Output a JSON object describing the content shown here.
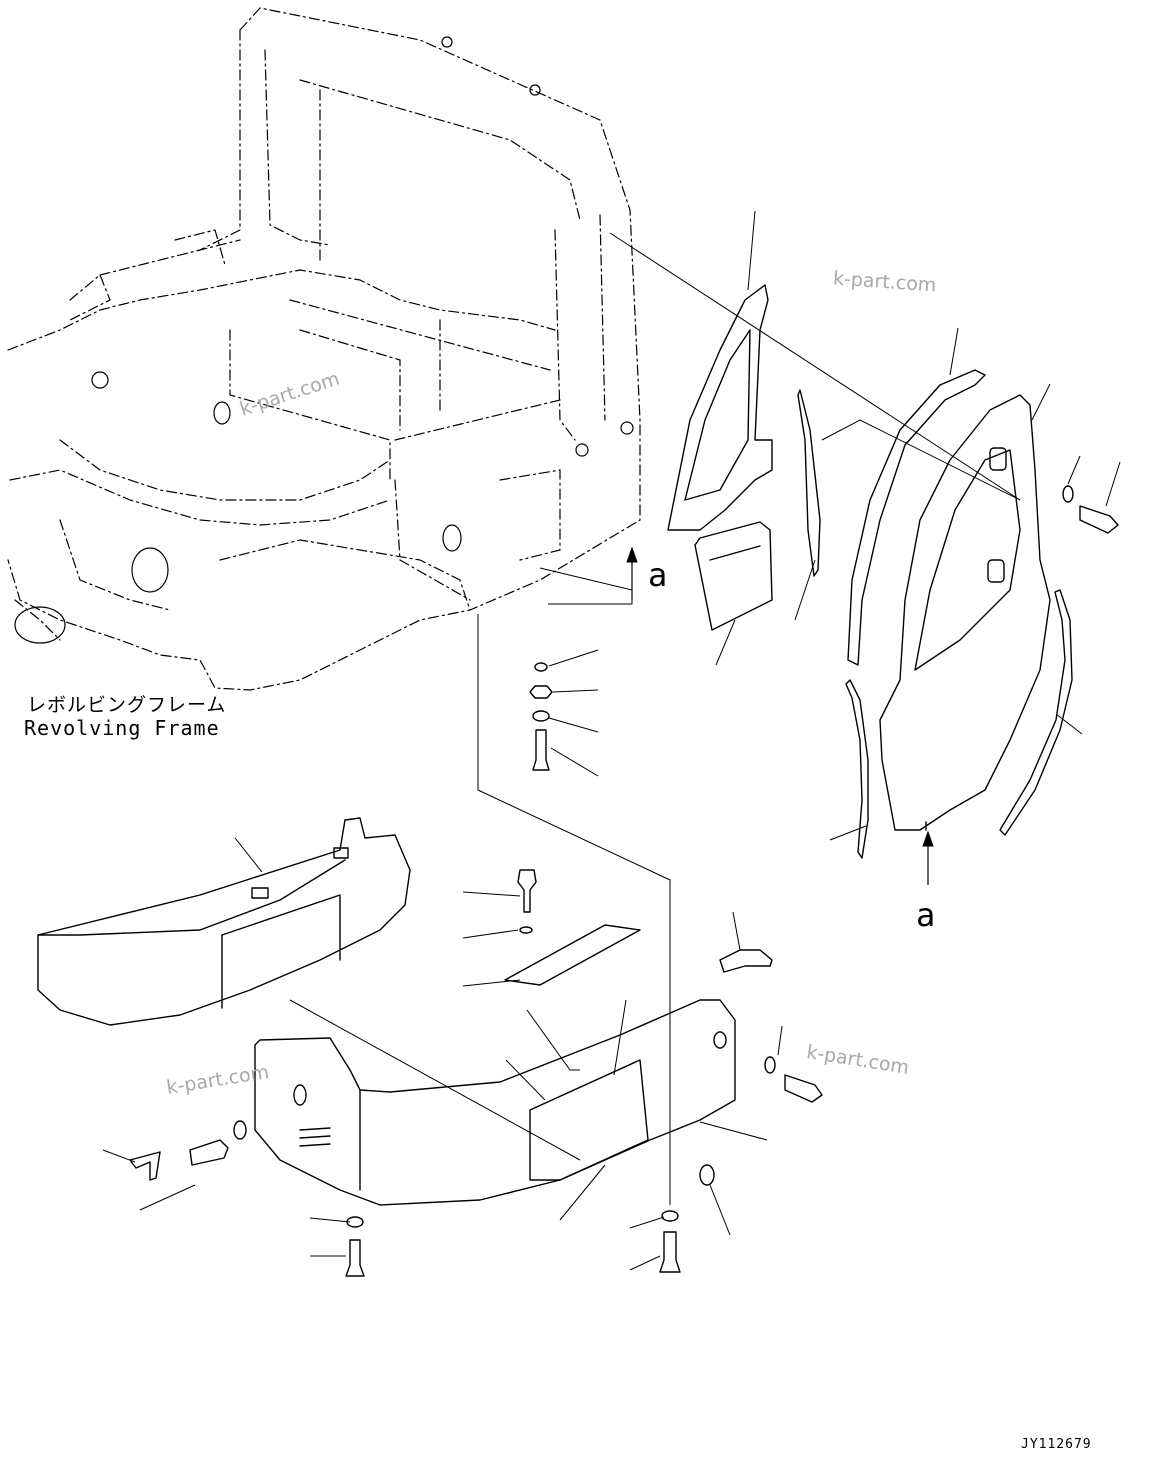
{
  "frame_label": {
    "jp": "レボルビングフレーム",
    "en": "Revolving Frame"
  },
  "view_markers": {
    "top": "a",
    "right": "a"
  },
  "drawing_number": "JY112679",
  "watermarks": [
    "k-part.com",
    "k-part.com",
    "k-part.com",
    "k-part.com"
  ]
}
